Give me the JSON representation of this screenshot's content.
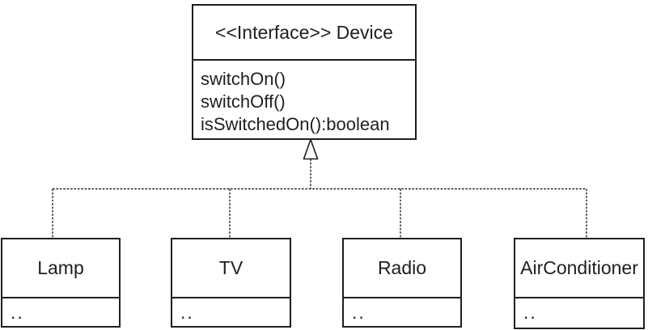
{
  "diagram": {
    "kind": "uml-class-diagram",
    "interface": {
      "name": "<<Interface>> Device",
      "methods": [
        "switchOn()",
        "switchOff()",
        "isSwitchedOn():boolean"
      ]
    },
    "relationship": "realization",
    "classes": [
      {
        "name": "Lamp",
        "body": ".."
      },
      {
        "name": "TV",
        "body": ".."
      },
      {
        "name": "Radio",
        "body": ".."
      },
      {
        "name": "AirConditioner",
        "body": ".."
      }
    ],
    "colors": {
      "line": "#1f1f1f",
      "text": "#1f1f1f",
      "background": "#ffffff"
    }
  }
}
